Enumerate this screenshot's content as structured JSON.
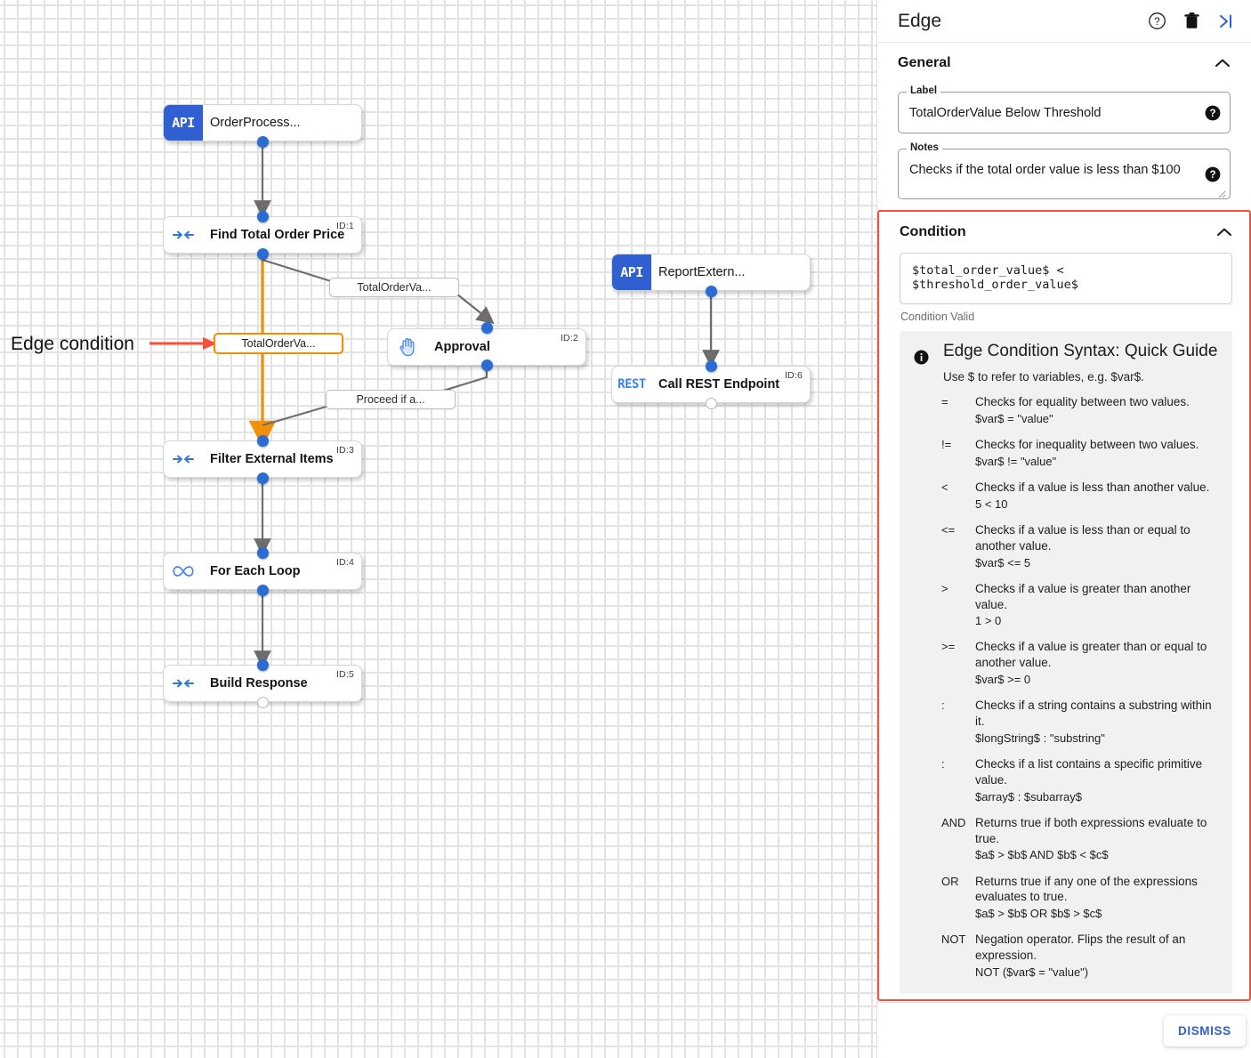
{
  "canvas": {
    "annotation": {
      "text": "Edge condition",
      "arrow_color": "#f4513a"
    },
    "nodes": [
      {
        "id": "",
        "badge": "API",
        "badge_type": "api",
        "title": "OrderProcess...",
        "bold": false
      },
      {
        "id": "ID:1",
        "badge": "converge-arrows-icon",
        "badge_type": "glyph",
        "title": "Find Total Order Price",
        "bold": true
      },
      {
        "id": "ID:2",
        "badge": "hand-icon",
        "badge_type": "glyph",
        "title": "Approval",
        "bold": true
      },
      {
        "id": "ID:3",
        "badge": "converge-arrows-icon",
        "badge_type": "glyph",
        "title": "Filter External Items",
        "bold": true
      },
      {
        "id": "ID:4",
        "badge": "infinity-icon",
        "badge_type": "glyph",
        "title": "For Each Loop",
        "bold": true
      },
      {
        "id": "ID:5",
        "badge": "converge-arrows-icon",
        "badge_type": "glyph",
        "title": "Build Response",
        "bold": true
      },
      {
        "id": "",
        "badge": "API",
        "badge_type": "api",
        "title": "ReportExtern...",
        "bold": false
      },
      {
        "id": "ID:6",
        "badge": "REST",
        "badge_type": "rest",
        "title": "Call REST Endpoint",
        "bold": true
      }
    ],
    "edge_labels": [
      {
        "text": "TotalOrderVa...",
        "selected": false
      },
      {
        "text": "TotalOrderVa...",
        "selected": true
      },
      {
        "text": "Proceed if a...",
        "selected": false
      }
    ],
    "selected_edge_color": "#f2900a",
    "edge_color": "#6d6d6d"
  },
  "panel": {
    "title": "Edge",
    "header_icons": [
      {
        "name": "help-icon",
        "glyph": "?"
      },
      {
        "name": "delete-icon",
        "glyph": "trash"
      },
      {
        "name": "collapse-panel-icon",
        "glyph": ">|"
      }
    ],
    "general": {
      "heading": "General",
      "label_field": {
        "legend": "Label",
        "value": "TotalOrderValue Below Threshold"
      },
      "notes_field": {
        "legend": "Notes",
        "value": "Checks if the total order value is less than $100"
      }
    },
    "condition": {
      "heading": "Condition",
      "expression": "$total_order_value$ < $threshold_order_value$",
      "status": "Condition Valid",
      "highlight_color": "#f4513a",
      "guide": {
        "title": "Edge Condition Syntax: Quick Guide",
        "subtitle": "Use $ to refer to variables, e.g. $var$.",
        "operators": [
          {
            "key": "=",
            "desc": "Checks for equality between two values.",
            "example": "$var$ = \"value\""
          },
          {
            "key": "!=",
            "desc": "Checks for inequality between two values.",
            "example": "$var$ != \"value\""
          },
          {
            "key": "<",
            "desc": "Checks if a value is less than another value.",
            "example": "5 < 10"
          },
          {
            "key": "<=",
            "desc": "Checks if a value is less than or equal to another value.",
            "example": "$var$ <= 5"
          },
          {
            "key": ">",
            "desc": "Checks if a value is greater than another value.",
            "example": "1 > 0"
          },
          {
            "key": ">=",
            "desc": "Checks if a value is greater than or equal to another value.",
            "example": "$var$ >= 0"
          },
          {
            "key": ":",
            "desc": "Checks if a string contains a substring within it.",
            "example": "$longString$ : \"substring\""
          },
          {
            "key": ":",
            "desc": "Checks if a list contains a specific primitive value.",
            "example": "$array$ : $subarray$"
          },
          {
            "key": "AND",
            "desc": "Returns true if both expressions evaluate to true.",
            "example": "$a$ > $b$ AND $b$ < $c$"
          },
          {
            "key": "OR",
            "desc": "Returns true if any one of the expressions evaluates to true.",
            "example": "$a$ > $b$ OR $b$ > $c$"
          },
          {
            "key": "NOT",
            "desc": "Negation operator. Flips the result of an expression.",
            "example": "NOT ($var$ = \"value\")"
          }
        ]
      }
    },
    "footer": {
      "dismiss_label": "DISMISS"
    }
  }
}
